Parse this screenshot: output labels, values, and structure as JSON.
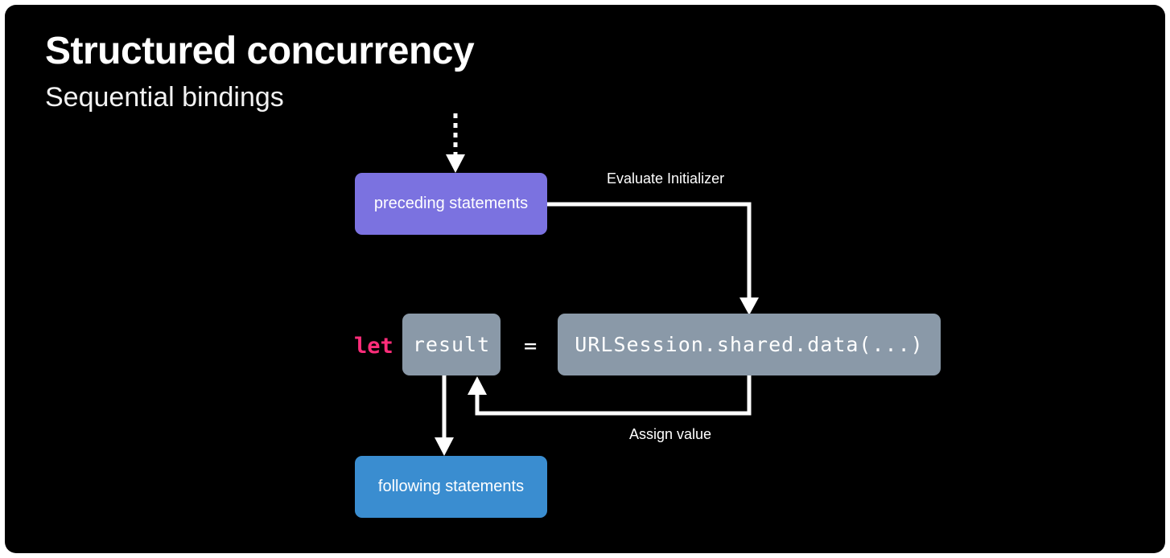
{
  "slide": {
    "title": "Structured concurrency",
    "subtitle": "Sequential bindings",
    "background_color": "#000000",
    "frame_color": "#ffffff"
  },
  "diagram": {
    "type": "flow-diagram",
    "nodes": [
      {
        "id": "preceding",
        "label": "preceding statements",
        "color": "#7b72e0",
        "text_color": "#ffffff",
        "shape": "rounded-rect"
      },
      {
        "id": "result",
        "label": "result",
        "color": "#8a99a8",
        "text_color": "#ffffff",
        "shape": "rounded-rect",
        "style": "monospace"
      },
      {
        "id": "initializer",
        "label": "URLSession.shared.data(...)",
        "color": "#8a99a8",
        "text_color": "#ffffff",
        "shape": "rounded-rect",
        "style": "monospace"
      },
      {
        "id": "following",
        "label": "following statements",
        "color": "#3a8dd0",
        "text_color": "#ffffff",
        "shape": "rounded-rect"
      }
    ],
    "tokens": [
      {
        "id": "let",
        "text": "let",
        "color": "#ff2d7a"
      },
      {
        "id": "equals",
        "text": "=",
        "color": "#ffffff"
      }
    ],
    "edges": [
      {
        "id": "entry",
        "from": "(top of slide)",
        "to": "preceding",
        "label": "",
        "style": "dashed",
        "color": "#ffffff"
      },
      {
        "id": "evaluate",
        "from": "preceding",
        "to": "initializer",
        "label": "Evaluate Initializer",
        "style": "solid",
        "color": "#ffffff"
      },
      {
        "id": "assign",
        "from": "initializer",
        "to": "result",
        "label": "Assign value",
        "style": "solid",
        "color": "#ffffff"
      },
      {
        "id": "continue",
        "from": "result",
        "to": "following",
        "label": "",
        "style": "solid",
        "color": "#ffffff"
      }
    ]
  }
}
